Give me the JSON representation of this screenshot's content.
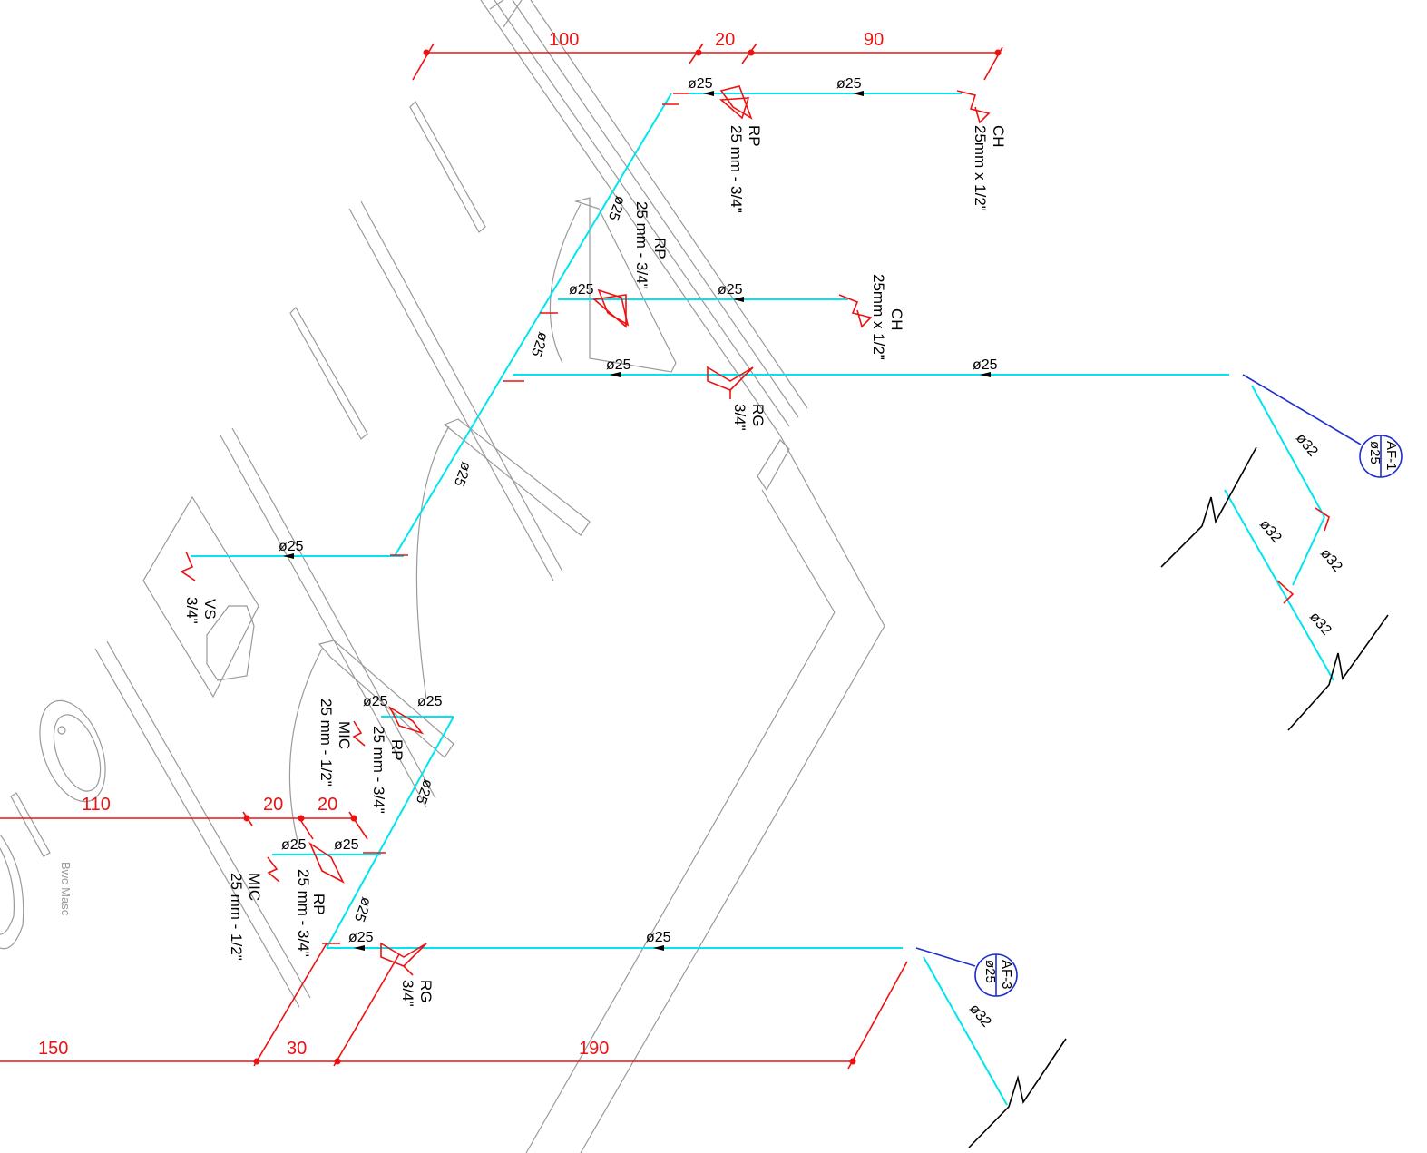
{
  "colors": {
    "pipe": "#00e5f0",
    "dimension": "#ee1111",
    "leader": "#1f2fd0",
    "walls": "#9a9a9a"
  },
  "dimensions": {
    "top": [
      "100",
      "20",
      "90"
    ],
    "middle": [
      "110",
      "20",
      "20"
    ],
    "bottom": [
      "150",
      "30",
      "190"
    ]
  },
  "pipe_labels": {
    "d25": "ø25",
    "d32": "ø32"
  },
  "fixtures": {
    "rp_size": "25 mm - 3/4\"",
    "ch_size": "25mm x 1/2\"",
    "mic_size": "25 mm - 1/2\"",
    "rg_size": "3/4\"",
    "vs_size": "3/4\"",
    "rp": "RP",
    "ch": "CH",
    "mic": "MIC",
    "rg": "RG",
    "vs": "VS"
  },
  "markers": [
    {
      "id": "AF-1",
      "diameter": "ø25"
    },
    {
      "id": "AF-3",
      "diameter": "ø25"
    }
  ],
  "room_label": "Bwc Masc"
}
